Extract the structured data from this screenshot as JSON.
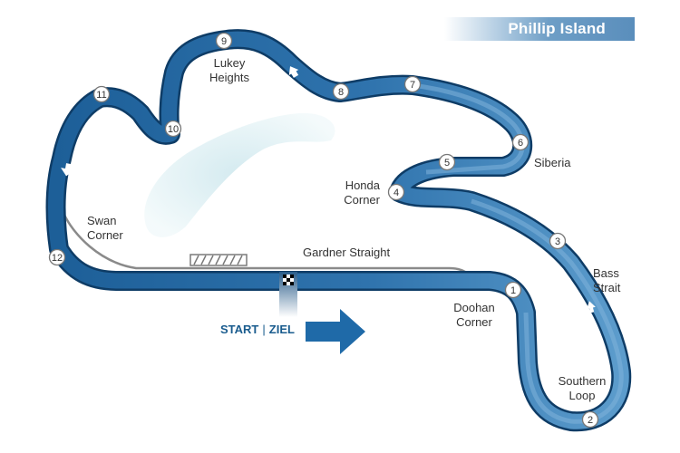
{
  "title": "Phillip Island",
  "labels": {
    "lukey_heights": "Lukey Heights",
    "siberia": "Siberia",
    "honda_corner": "Honda Corner",
    "swan_corner": "Swan Corner",
    "gardner_straight": "Gardner Straight",
    "bass_strait": "Bass Strait",
    "doohan_corner": "Doohan Corner",
    "southern_loop": "Southern Loop"
  },
  "start": {
    "start": "START",
    "separator": "|",
    "finish": "ZIEL"
  },
  "turns": [
    "1",
    "2",
    "3",
    "4",
    "5",
    "6",
    "7",
    "8",
    "9",
    "10",
    "11",
    "12"
  ],
  "colors": {
    "track": "#1d5f98",
    "track_light": "#4b8dc4",
    "title_bg": "#5a8ebc",
    "start_text": "#1a5c8e"
  }
}
